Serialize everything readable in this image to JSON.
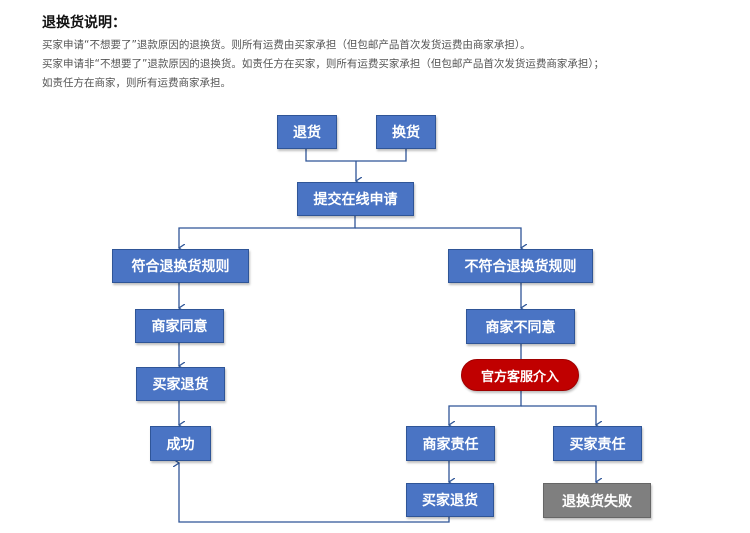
{
  "header": {
    "title": "退换货说明：",
    "lines": [
      "买家申请“不想要了”退款原因的退换货。则所有运费由买家承担（但包邮产品首次发货运费由商家承担）。",
      "买家申请非“不想要了”退款原因的退换货。如责任方在买家，则所有运费买家承担（但包邮产品首次发货运费商家承担）；",
      "如责任方在商家，则所有运费商家承担。"
    ]
  },
  "flow": {
    "return": "退货",
    "exchange": "换货",
    "submit": "提交在线申请",
    "comply": "符合退换货规则",
    "not_comply": "不符合退换货规则",
    "merchant_agree": "商家同意",
    "merchant_disagree": "商家不同意",
    "buyer_return": "买家退货",
    "cs_intervene": "官方客服介入",
    "success": "成功",
    "merchant_fault": "商家责任",
    "buyer_fault": "买家责任",
    "buyer_return_2": "买家退货",
    "fail": "退换货失败"
  },
  "colors": {
    "box": "#4a74c4",
    "box_border": "#2f5597",
    "line": "#2f5597",
    "pill": "#c00000",
    "grey": "#7f7f7f"
  }
}
